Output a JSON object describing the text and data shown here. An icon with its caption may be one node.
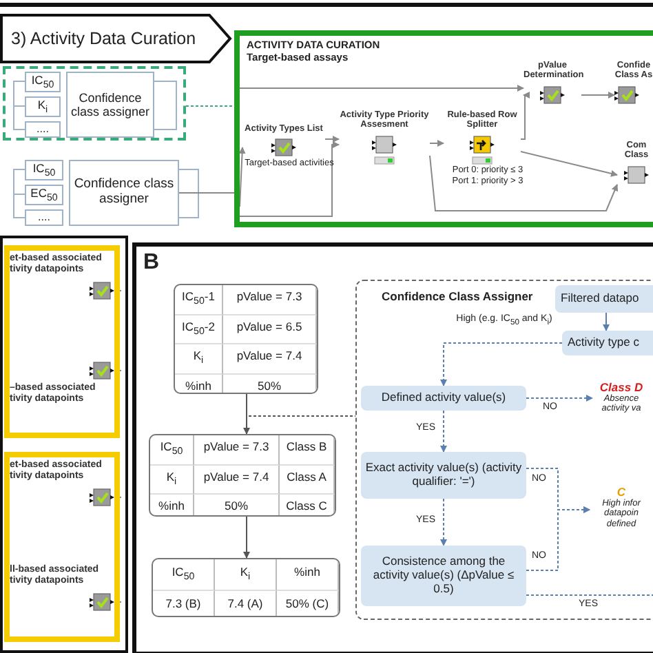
{
  "diagram": {
    "nodes": [
      {
        "text": [
          "3) Activity Data Curation"
        ]
      },
      {
        "text": [],
        "shape": "box"
      },
      {
        "text": [
          "IC$_{50}$"
        ],
        "in": 1
      },
      {
        "text": [
          "K$_{i}$"
        ],
        "in": 1
      },
      {
        "text": [
          "...."
        ],
        "in": 1
      },
      {
        "text": [
          "Confidence class assigner"
        ],
        "in": 1
      },
      {
        "text": [
          "IC$_{50}$"
        ]
      },
      {
        "text": [
          "EC$_{50}$"
        ]
      },
      {
        "text": [
          "...."
        ]
      },
      {
        "text": [
          "Confidence class assigner"
        ]
      },
      {
        "text": [
          "ACTIVITY DATA CURATION",
          "Target-based assays"
        ]
      },
      {
        "text": [
          "Activity Types List"
        ],
        "in": 10,
        "beside": [
          "Target-based activities"
        ]
      },
      {
        "text": [
          "Activity Type Priority Assesment"
        ],
        "in": 10
      },
      {
        "text": [
          "Rule-based Row Splitter"
        ],
        "in": 10,
        "beside": [
          "Port 0: priority ≤ 3",
          "Port 1: priority > 3"
        ]
      },
      {
        "text": [
          "pValue Determination"
        ],
        "in": 10
      },
      {
        "text": [
          "Confide Class As"
        ],
        "in": 10
      },
      {
        "text": [
          "Com Class"
        ],
        "in": 10
      },
      {
        "text": [],
        "shape": "box"
      },
      {
        "text": [
          "et-based associated tivity datapoints"
        ],
        "in": 17
      },
      {
        "text": [
          "–based associated tivity datapoints"
        ],
        "in": 17
      },
      {
        "text": [],
        "shape": "box"
      },
      {
        "text": [
          "et-based associated tivity datapoints"
        ],
        "in": 20
      },
      {
        "text": [
          "ll-based associated tivity datapoints"
        ],
        "in": 20
      },
      {
        "text": [
          "B"
        ]
      },
      {
        "text": [
          "IC$_{50}$-1",
          "pValue = 7.3",
          "IC$_{50}$-2",
          "pValue = 6.5",
          "K$_{i}$",
          "pValue = 7.4",
          "%inh",
          "50%"
        ],
        "in": 23
      },
      {
        "text": [
          "IC$_{50}$",
          "pValue = 7.3",
          "Class B",
          "K$_{i}$",
          "pValue = 7.4",
          "Class A",
          "%inh",
          "50%",
          "Class C"
        ],
        "in": 23
      },
      {
        "text": [
          "IC$_{50}$",
          "K$_{i}$",
          "%inh",
          "7.3 (B)",
          "7.4 (A)",
          "50% (C)"
        ],
        "in": 23
      },
      {
        "text": [
          "Confidence Class Assigner"
        ],
        "in": 23
      },
      {
        "text": [
          "Filtered datapo"
        ],
        "in": 27
      },
      {
        "text": [
          "Activity type c"
        ],
        "in": 27
      },
      {
        "text": [
          "Defined activity value(s)"
        ],
        "in": 27
      },
      {
        "text": [
          "Class D",
          "Absence activity va"
        ],
        "in": 27
      },
      {
        "text": [
          "Exact activity value(s) (activity qualifier: '=')"
        ],
        "in": 27
      },
      {
        "text": [
          "C",
          "High infor datapoin defined"
        ],
        "in": 27
      },
      {
        "text": [
          "Consistence among the activity value(s) (ΔpValue ≤ 0.5)"
        ],
        "in": 27
      }
    ],
    "edges": [
      {
        "from": 1,
        "to": 10,
        "arrow": "none",
        "style": "dashed",
        "color": "#3aaa7a"
      },
      {
        "from": 9,
        "to": 10,
        "arrow": "none"
      },
      {
        "from": null,
        "to": 11,
        "arrow": "to"
      },
      {
        "from": null,
        "to": 12,
        "arrow": "to"
      },
      {
        "from": 11,
        "to": 12,
        "arrow": "to"
      },
      {
        "from": 12,
        "to": 13,
        "arrow": "to"
      },
      {
        "from": 13,
        "to": 14,
        "arrow": "to"
      },
      {
        "from": null,
        "to": 14,
        "arrow": "to"
      },
      {
        "from": 14,
        "to": 15,
        "arrow": "to"
      },
      {
        "from": 13,
        "to": 16,
        "arrow": "to"
      },
      {
        "from": 12,
        "to": 16,
        "arrow": "to"
      },
      {
        "from": 18,
        "to": null,
        "arrow": "none"
      },
      {
        "from": 19,
        "to": null,
        "arrow": "none"
      },
      {
        "from": 21,
        "to": null,
        "arrow": "none"
      },
      {
        "from": 22,
        "to": null,
        "arrow": "none"
      },
      {
        "from": 24,
        "to": 25,
        "arrow": "to",
        "color": "#555555"
      },
      {
        "from": 25,
        "to": 26,
        "arrow": "to",
        "color": "#555555"
      },
      {
        "from": 24,
        "to": 27,
        "arrow": "none",
        "style": "dashed",
        "color": "#555555"
      },
      {
        "from": 28,
        "to": 29,
        "arrow": "to",
        "color": "#5a7fb0"
      },
      {
        "from": 29,
        "to": 30,
        "arrow": "to",
        "style": "dashed",
        "color": "#5a7fb0",
        "label": "High (e.g. IC$_{50}$ and K$_{i}$)"
      },
      {
        "from": 30,
        "to": 31,
        "arrow": "to",
        "style": "dashed",
        "color": "#5a7fb0",
        "label": "NO"
      },
      {
        "from": 30,
        "to": 32,
        "arrow": "to",
        "style": "dashed",
        "color": "#5a7fb0",
        "label": "YES"
      },
      {
        "from": 32,
        "to": 33,
        "arrow": "to",
        "style": "dashed",
        "color": "#5a7fb0",
        "label": "NO"
      },
      {
        "from": 32,
        "to": 34,
        "arrow": "to",
        "style": "dashed",
        "color": "#5a7fb0",
        "label": "YES"
      },
      {
        "from": 34,
        "to": 33,
        "arrow": "to",
        "style": "dashed",
        "color": "#5a7fb0",
        "label": "NO"
      },
      {
        "from": 34,
        "to": null,
        "arrow": "none",
        "style": "dashed",
        "color": "#5a7fb0",
        "label": "YES"
      }
    ]
  }
}
